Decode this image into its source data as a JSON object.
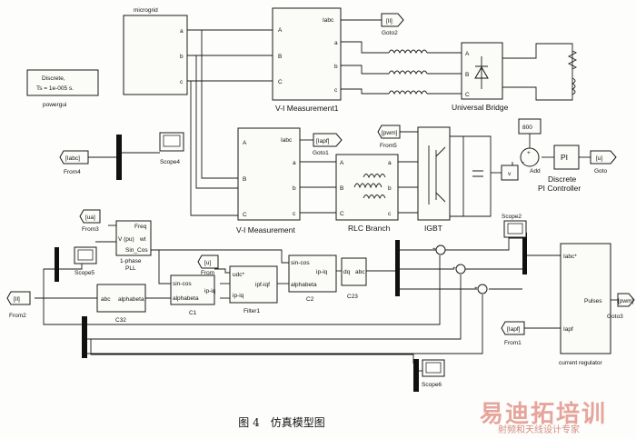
{
  "blocks": {
    "microgrid": "microgrid",
    "powergui_line1": "Discrete,",
    "powergui_line2": "Ts = 1e-005 s.",
    "powergui_name": "powergui",
    "vi1": "V-I Measurement1",
    "vi2": "V-I Measurement",
    "bridge": "Universal Bridge",
    "rlc": "RLC Branch",
    "igbt": "IGBT",
    "pi_name": "Discrete\nPI Controller",
    "pi_inside": "PI",
    "const": "800",
    "add": "Add",
    "pll": "1-phase\nPLL",
    "c32": "C32",
    "c1": "C1",
    "filter1": "Filter1",
    "c2": "C2",
    "c23": "C23",
    "current_regulator": "current regulator",
    "scope4": "Scope4",
    "scope5": "Scope5",
    "scope2": "Scope2",
    "scope6": "Scope6",
    "goto2": "Goto2",
    "goto1": "Goto1",
    "goto": "Goto",
    "goto3": "Goto3",
    "from4": "From4",
    "from5": "From5",
    "from3": "From3",
    "from": "From",
    "from2": "From2",
    "from1": "From1"
  },
  "tags": {
    "il": "[Il]",
    "iapf": "[Iapf]",
    "pwm": "[pwm]",
    "u": "[u]",
    "uabc_from4": "[Iabc]",
    "ua": "[ua]"
  },
  "ports": {
    "a": "a",
    "b": "b",
    "c": "c",
    "A": "A",
    "B": "B",
    "C": "C",
    "iabc": "Iabc",
    "freq": "Freq",
    "vpu": "V (pu)",
    "wt": "wt",
    "sincos": "Sin_Cos",
    "sin_cos_lc": "sin-cos",
    "abc": "abc",
    "alphabeta": "alphabeta",
    "ip_iq": "ip-iq",
    "udc": "udc*",
    "ipf_iqf": "ipf-iqf",
    "dq": "dq",
    "iabc_star": "Iabc*",
    "iapf_in": "Iapf",
    "pulses": "Pulses",
    "plus": "+",
    "minus": "-"
  },
  "caption": "图 4　仿真模型图",
  "watermark": {
    "main": "易迪拓培训",
    "sub": "射频和天线设计专家"
  }
}
